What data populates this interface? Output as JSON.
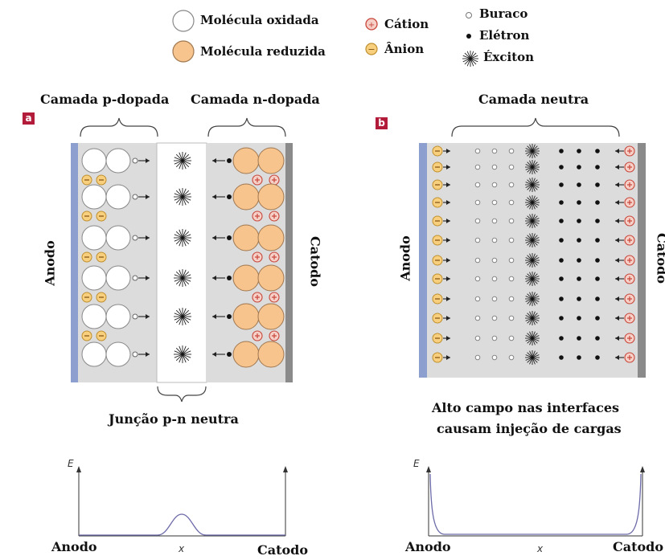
{
  "legend": {
    "oxidized": "Molécula oxidada",
    "reduced": "Molécula reduzida",
    "cation": "Cátion",
    "anion": "Ânion",
    "hole": "Buraco",
    "electron": "Elétron",
    "exciton": "Éxciton"
  },
  "panel_a": {
    "label": "a",
    "p_layer": "Camada p-dopada",
    "n_layer": "Camada n-dopada",
    "anode": "Anodo",
    "cathode": "Catodo",
    "junction": "Junção p-n neutra"
  },
  "panel_b": {
    "label": "b",
    "neutral_layer": "Camada neutra",
    "anode": "Anodo",
    "cathode": "Catodo",
    "caption_line1": "Alto campo nas interfaces",
    "caption_line2": "causam injeção de cargas"
  },
  "plots": {
    "y_label": "E",
    "x_label": "x",
    "left_anode": "Anodo",
    "left_cathode": "Catodo",
    "right_anode": "Anodo",
    "right_cathode": "Catodo"
  },
  "colors": {
    "oxidized_fill": "#ffffff",
    "reduced_fill": "#f8c48e",
    "anode_bar": "#8c9fce",
    "cathode_bar": "#8a8a8a",
    "layer_bg": "#dcdcdc",
    "ion_outline": "#c8453a",
    "panel_label_bg": "#b31b3b"
  }
}
